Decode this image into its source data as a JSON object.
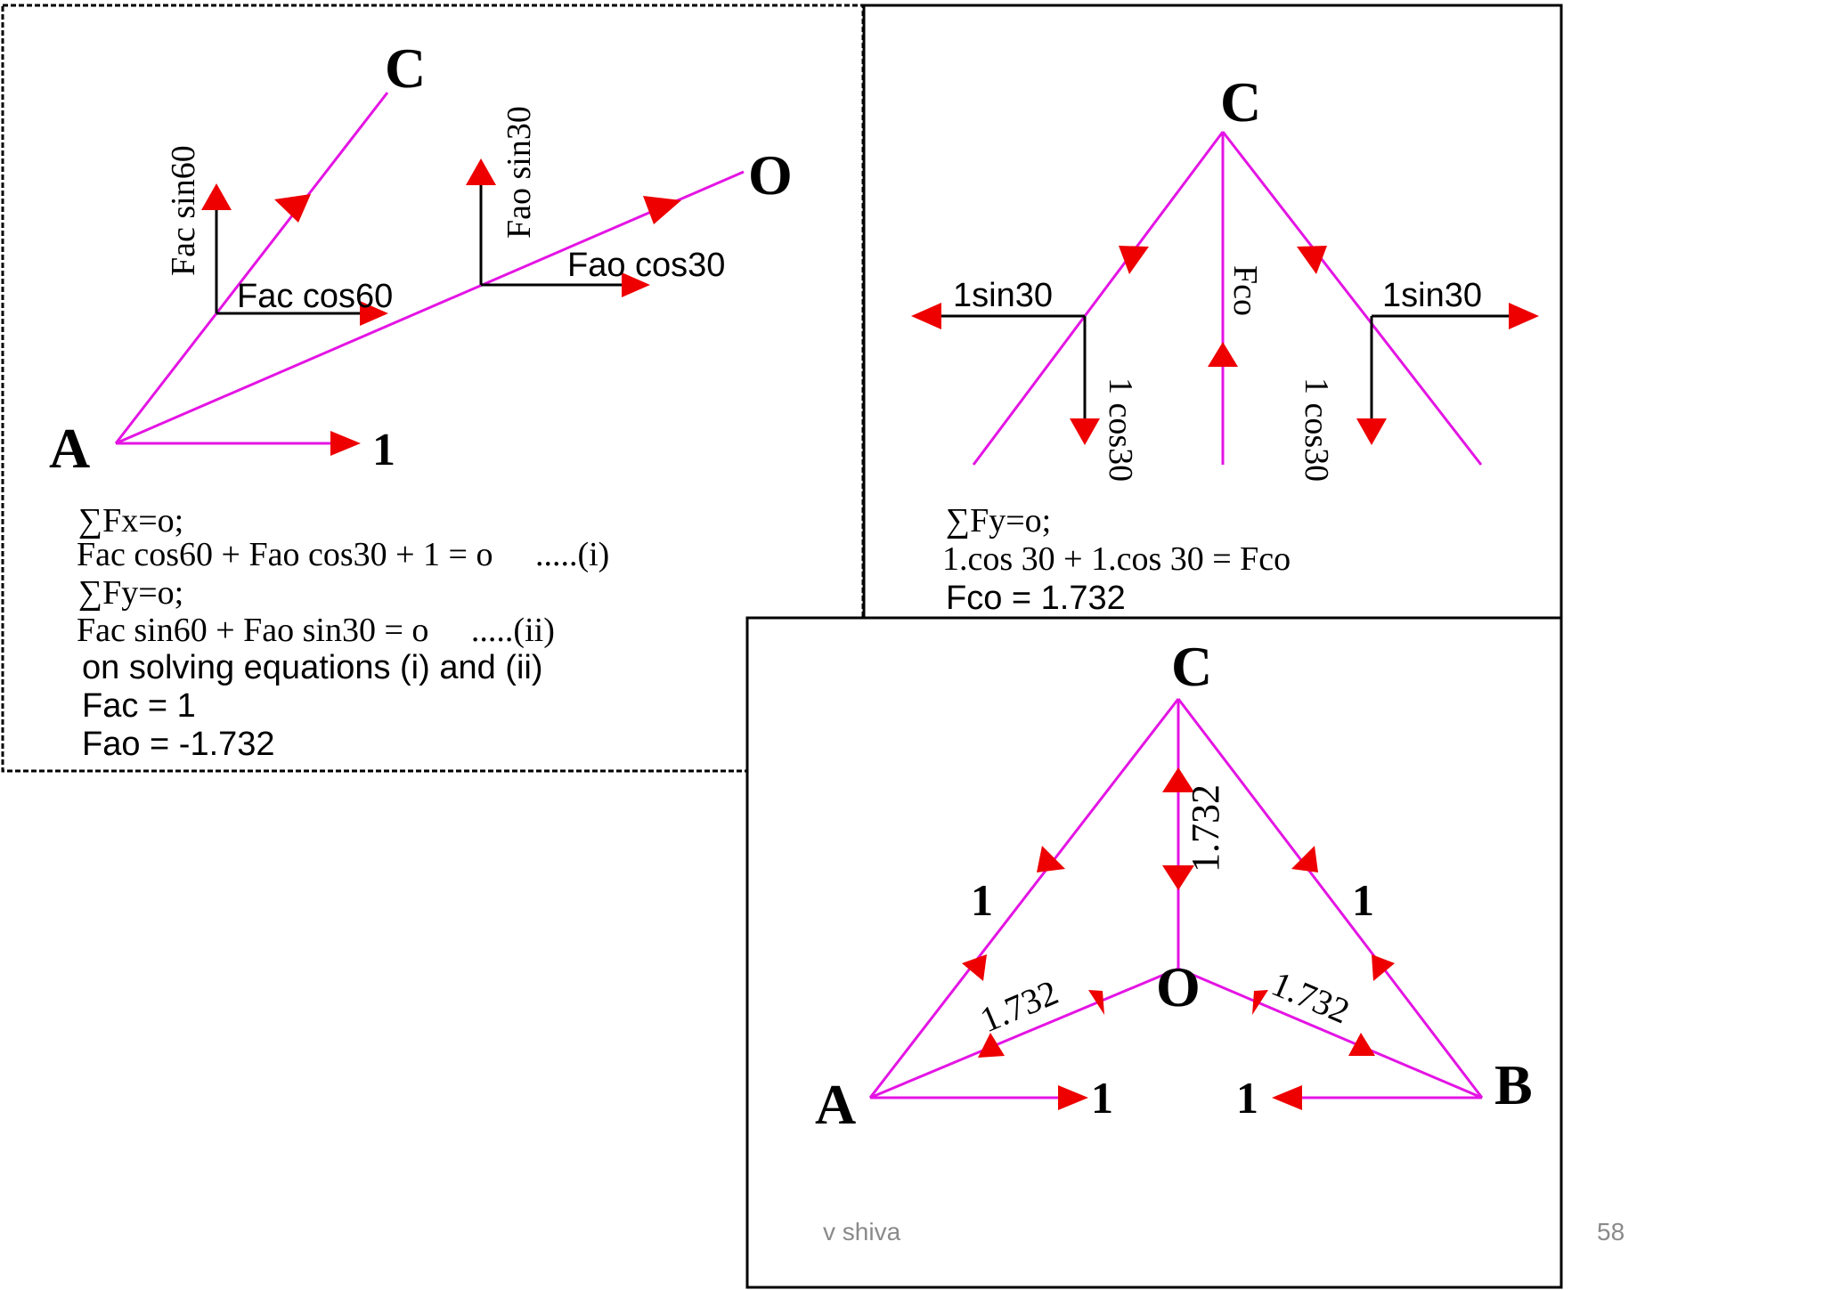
{
  "panel1": {
    "nodes": {
      "A": "A",
      "C": "C",
      "O": "O"
    },
    "labels": {
      "fac_sin": "Fac sin60",
      "fac_cos": "Fac cos60",
      "fao_sin": "Fao sin30",
      "fao_cos": "Fao cos30",
      "load": "1"
    },
    "equations": [
      "∑Fx=o;",
      "Fac cos60 + Fao cos30 + 1 = o     .....(i)",
      "∑Fy=o;",
      "Fac sin60 + Fao sin30 = o     .....(ii)",
      "on solving equations (i) and (ii)",
      "Fac = 1",
      "Fao = -1.732"
    ]
  },
  "panel2": {
    "node_c": "C",
    "labels": {
      "left_sin": "1sin30",
      "right_sin": "1sin30",
      "left_cos": "1 cos30",
      "right_cos": "1 cos30",
      "fco": "Fco"
    },
    "equations": [
      "∑Fy=o;",
      "1.cos 30 + 1.cos 30 = Fco",
      "Fco = 1.732"
    ]
  },
  "panel3": {
    "nodes": {
      "A": "A",
      "B": "B",
      "C": "C",
      "O": "O"
    },
    "members": {
      "ac": "1",
      "bc": "1",
      "co": "1.732",
      "ao": "1.732",
      "bo": "1.732",
      "load_a": "1",
      "load_b": "1"
    }
  },
  "footer": {
    "author": "v shiva",
    "page_number": "58"
  },
  "colors": {
    "member": "#e414e4",
    "arrowhead": "#ee0000",
    "component": "#000000",
    "footer_text": "#8a8a8a"
  }
}
